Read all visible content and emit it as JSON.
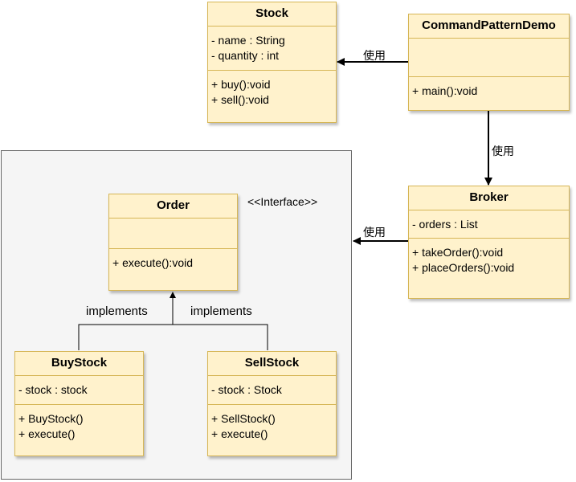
{
  "classes": {
    "stock": {
      "name": "Stock",
      "attributes": [
        "- name : String",
        "- quantity : int"
      ],
      "methods": [
        "+ buy():void",
        "+ sell():void"
      ]
    },
    "demo": {
      "name": "CommandPatternDemo",
      "attributes": [],
      "methods": [
        "+ main():void"
      ]
    },
    "broker": {
      "name": "Broker",
      "attributes": [
        "- orders : List"
      ],
      "methods": [
        "+ takeOrder():void",
        "+ placeOrders():void"
      ]
    },
    "order": {
      "name": "Order",
      "attributes": [],
      "methods": [
        "+ execute():void"
      ]
    },
    "buystock": {
      "name": "BuyStock",
      "attributes": [
        "- stock : stock"
      ],
      "methods": [
        "+ BuyStock()",
        "+ execute()"
      ]
    },
    "sellstock": {
      "name": "SellStock",
      "attributes": [
        "- stock : Stock"
      ],
      "methods": [
        "+ SellStock()",
        "+ execute()"
      ]
    }
  },
  "labels": {
    "interface": "<<Interface>>",
    "use_stock": "使用",
    "use_broker": "使用",
    "use_group": "使用",
    "impl_buy": "implements",
    "impl_sell": "implements"
  }
}
